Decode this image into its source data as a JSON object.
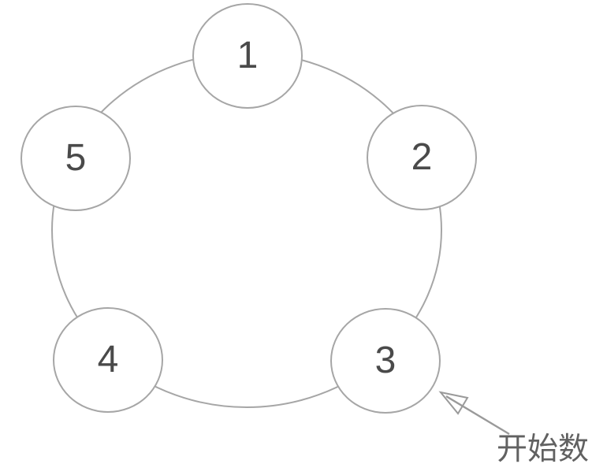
{
  "diagram": {
    "nodes": [
      {
        "label": "1"
      },
      {
        "label": "2"
      },
      {
        "label": "3"
      },
      {
        "label": "4"
      },
      {
        "label": "5"
      }
    ],
    "annotation": {
      "label": "开始数",
      "points_to_node": "3"
    },
    "icons": {
      "arrow": "hollow-triangle-arrow"
    },
    "colors": {
      "background": "#ffffff",
      "ring_stroke": "#a6a6a6",
      "node_stroke": "#a6a6a6",
      "node_fill": "#ffffff",
      "number_color": "#4a4a4a",
      "arrow_color": "#9a9a9a",
      "annotation_color": "#616161"
    }
  }
}
